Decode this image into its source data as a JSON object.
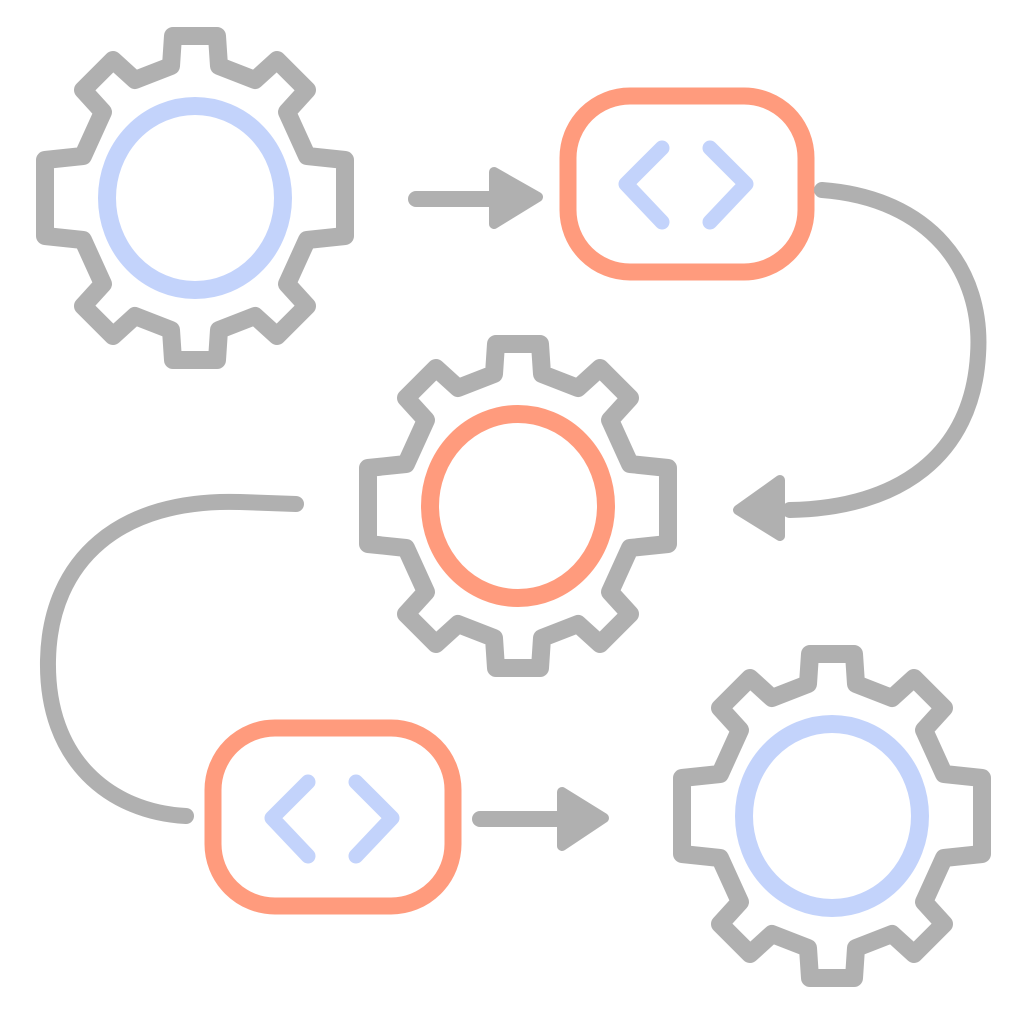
{
  "colors": {
    "gear_outline": "#b0b0b0",
    "arrow": "#b0b0b0",
    "accent_coral": "#ff9b7d",
    "accent_blue": "#c3d3fb"
  },
  "nodes": [
    {
      "id": "gear-1",
      "kind": "gear",
      "icon": "gear-icon",
      "hub_color": "#c3d3fb"
    },
    {
      "id": "code-block-1",
      "kind": "code-block",
      "icon": "code-brackets-icon"
    },
    {
      "id": "gear-2",
      "kind": "gear",
      "icon": "gear-icon",
      "hub_color": "#ff9b7d"
    },
    {
      "id": "code-block-2",
      "kind": "code-block",
      "icon": "code-brackets-icon"
    },
    {
      "id": "gear-3",
      "kind": "gear",
      "icon": "gear-icon",
      "hub_color": "#c3d3fb"
    }
  ],
  "edges": [
    {
      "from": "gear-1",
      "to": "code-block-1"
    },
    {
      "from": "code-block-1",
      "to": "gear-2"
    },
    {
      "from": "gear-2",
      "to": "code-block-2"
    },
    {
      "from": "code-block-2",
      "to": "gear-3"
    }
  ]
}
